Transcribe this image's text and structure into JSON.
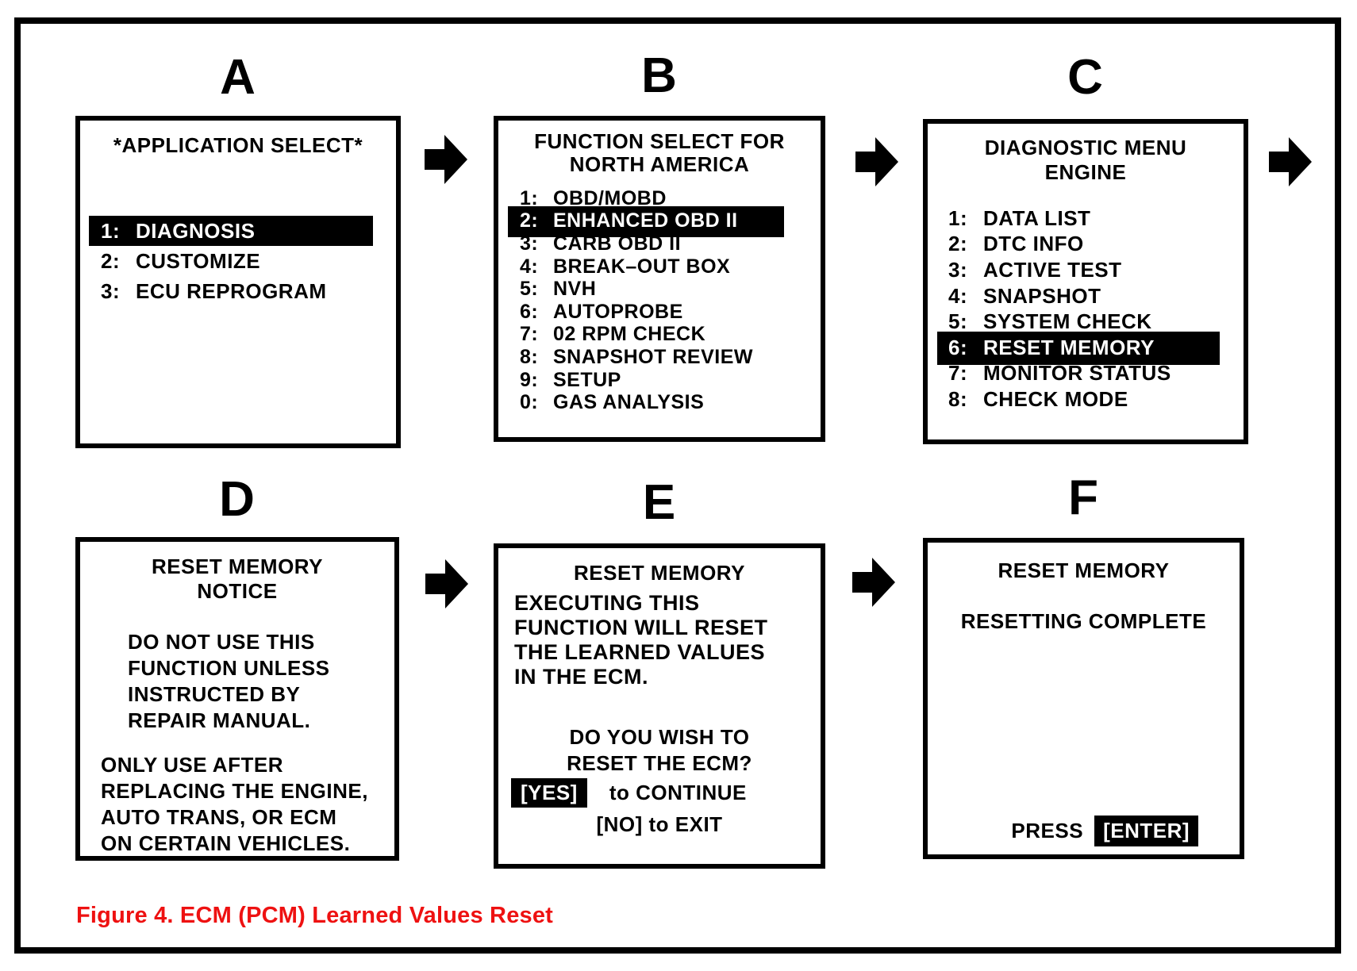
{
  "figure": {
    "caption": "Figure 4. ECM (PCM) Learned Values Reset"
  },
  "colors": {
    "ink": "#000000",
    "paper": "#ffffff",
    "highlight_bg": "#000000",
    "highlight_text": "#ffffff",
    "caption_red": "#ee1111"
  },
  "flow": {
    "arrow_icon": "arrow-right-icon",
    "arrow_count": 5
  },
  "screens": [
    {
      "label": "A",
      "title_lines": [
        "*APPLICATION SELECT*"
      ],
      "menu": [
        {
          "num": "1:",
          "text": "DIAGNOSIS",
          "highlighted": true
        },
        {
          "num": "2:",
          "text": "CUSTOMIZE",
          "highlighted": false
        },
        {
          "num": "3:",
          "text": "ECU REPROGRAM",
          "highlighted": false
        }
      ]
    },
    {
      "label": "B",
      "title_lines": [
        "FUNCTION SELECT FOR",
        "NORTH AMERICA"
      ],
      "menu": [
        {
          "num": "1:",
          "text": "OBD/MOBD",
          "highlighted": false
        },
        {
          "num": "2:",
          "text": "ENHANCED OBD II",
          "highlighted": true
        },
        {
          "num": "3:",
          "text": "CARB OBD II",
          "highlighted": false
        },
        {
          "num": "4:",
          "text": "BREAK–OUT BOX",
          "highlighted": false
        },
        {
          "num": "5:",
          "text": "NVH",
          "highlighted": false
        },
        {
          "num": "6:",
          "text": "AUTOPROBE",
          "highlighted": false
        },
        {
          "num": "7:",
          "text": "02 RPM CHECK",
          "highlighted": false
        },
        {
          "num": "8:",
          "text": "SNAPSHOT REVIEW",
          "highlighted": false
        },
        {
          "num": "9:",
          "text": "SETUP",
          "highlighted": false
        },
        {
          "num": "0:",
          "text": "GAS ANALYSIS",
          "highlighted": false
        }
      ]
    },
    {
      "label": "C",
      "title_lines": [
        "DIAGNOSTIC MENU",
        "ENGINE"
      ],
      "menu": [
        {
          "num": "1:",
          "text": "DATA LIST",
          "highlighted": false
        },
        {
          "num": "2:",
          "text": "DTC INFO",
          "highlighted": false
        },
        {
          "num": "3:",
          "text": "ACTIVE TEST",
          "highlighted": false
        },
        {
          "num": "4:",
          "text": "SNAPSHOT",
          "highlighted": false
        },
        {
          "num": "5:",
          "text": "SYSTEM CHECK",
          "highlighted": false
        },
        {
          "num": "6:",
          "text": "RESET MEMORY",
          "highlighted": true
        },
        {
          "num": "7:",
          "text": "MONITOR STATUS",
          "highlighted": false
        },
        {
          "num": "8:",
          "text": "CHECK MODE",
          "highlighted": false
        }
      ]
    },
    {
      "label": "D",
      "title_lines": [
        "RESET MEMORY",
        "NOTICE"
      ],
      "paragraphs": [
        {
          "lines": [
            "DO NOT USE THIS",
            "FUNCTION UNLESS",
            "INSTRUCTED BY",
            "REPAIR MANUAL."
          ]
        },
        {
          "lines": [
            "ONLY USE AFTER",
            "REPLACING THE ENGINE,",
            "AUTO TRANS, OR ECM",
            "ON CERTAIN VEHICLES."
          ]
        }
      ]
    },
    {
      "label": "E",
      "title_lines": [
        "RESET MEMORY"
      ],
      "body_lines": [
        "EXECUTING THIS",
        "FUNCTION WILL RESET",
        "THE LEARNED VALUES",
        "IN THE ECM."
      ],
      "prompt_lines": [
        "DO YOU WISH TO",
        "RESET THE ECM?"
      ],
      "yes_key": "[YES]",
      "yes_suffix": "to CONTINUE",
      "no_line": "[NO] to EXIT"
    },
    {
      "label": "F",
      "title_lines": [
        "RESET MEMORY"
      ],
      "status": "RESETTING COMPLETE",
      "press_label": "PRESS",
      "enter_key": "[ENTER]"
    }
  ]
}
